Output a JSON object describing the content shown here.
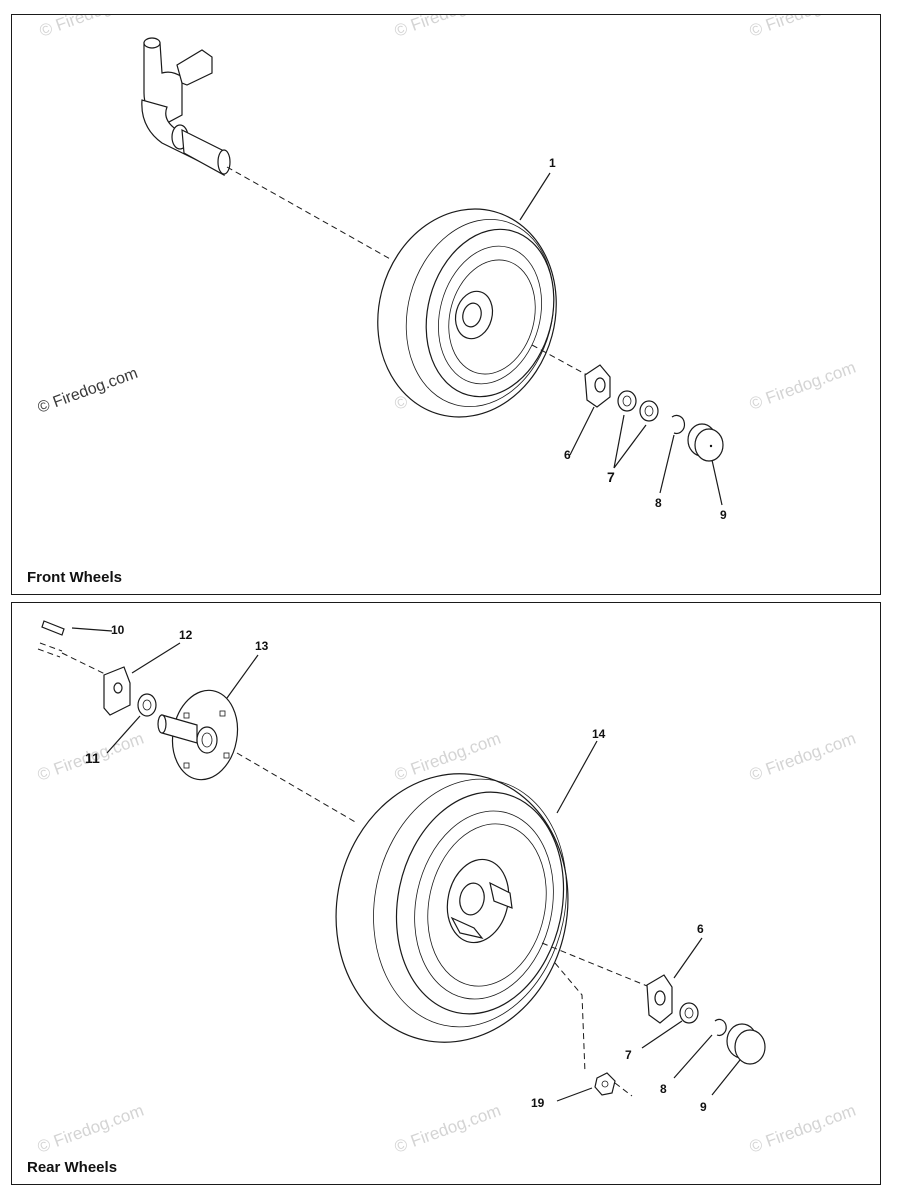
{
  "panels": {
    "front": {
      "title": "Front Wheels"
    },
    "rear": {
      "title": "Rear Wheels"
    }
  },
  "watermark": "© Firedog.com",
  "front_callouts": {
    "c1": "1",
    "c6": "6",
    "c7": "7",
    "c8": "8",
    "c9": "9"
  },
  "rear_callouts": {
    "c10": "10",
    "c11": "11",
    "c12": "12",
    "c13": "13",
    "c14": "14",
    "c6": "6",
    "c7": "7",
    "c8": "8",
    "c9": "9",
    "c19": "19"
  }
}
